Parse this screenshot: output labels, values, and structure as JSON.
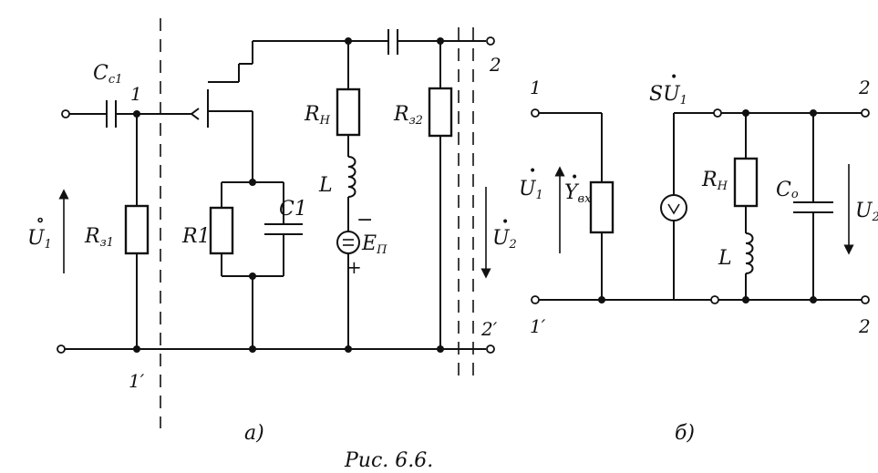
{
  "left_circuit": {
    "caption": "а)",
    "labels": {
      "c_input": "C",
      "c_input_sub": "c1",
      "node_1_top": "1",
      "node_1_bottom": "1′",
      "r_g1": "R",
      "r_g1_sub": "з1",
      "r1": "R1",
      "c1": "C1",
      "r_load": "R",
      "r_load_sub": "Н",
      "inductor": "L",
      "source": "E",
      "source_sub": "П",
      "minus": "−",
      "plus": "+",
      "r_g2": "R",
      "r_g2_sub": "з2",
      "out_2_top": "2",
      "out_2_bottom": "2′",
      "u_in": "U",
      "u_in_sub": "1",
      "u_out": "U",
      "u_out_sub": "2"
    }
  },
  "right_circuit": {
    "caption": "б)",
    "labels": {
      "node_1_top": "1",
      "node_1_bottom": "1′",
      "u_in": "U",
      "u_in_sub": "1",
      "y_in": "Y",
      "y_in_sub": "вх",
      "current_source": "SU",
      "current_source_sub": "1",
      "r_load": "R",
      "r_load_sub": "Н",
      "inductor": "L",
      "c0": "C",
      "c0_sub": "o",
      "out_2_top": "2",
      "out_2_bottom": "2",
      "u_out": "U",
      "u_out_sub": "2"
    }
  },
  "figure_caption": "Рис. 6.6."
}
